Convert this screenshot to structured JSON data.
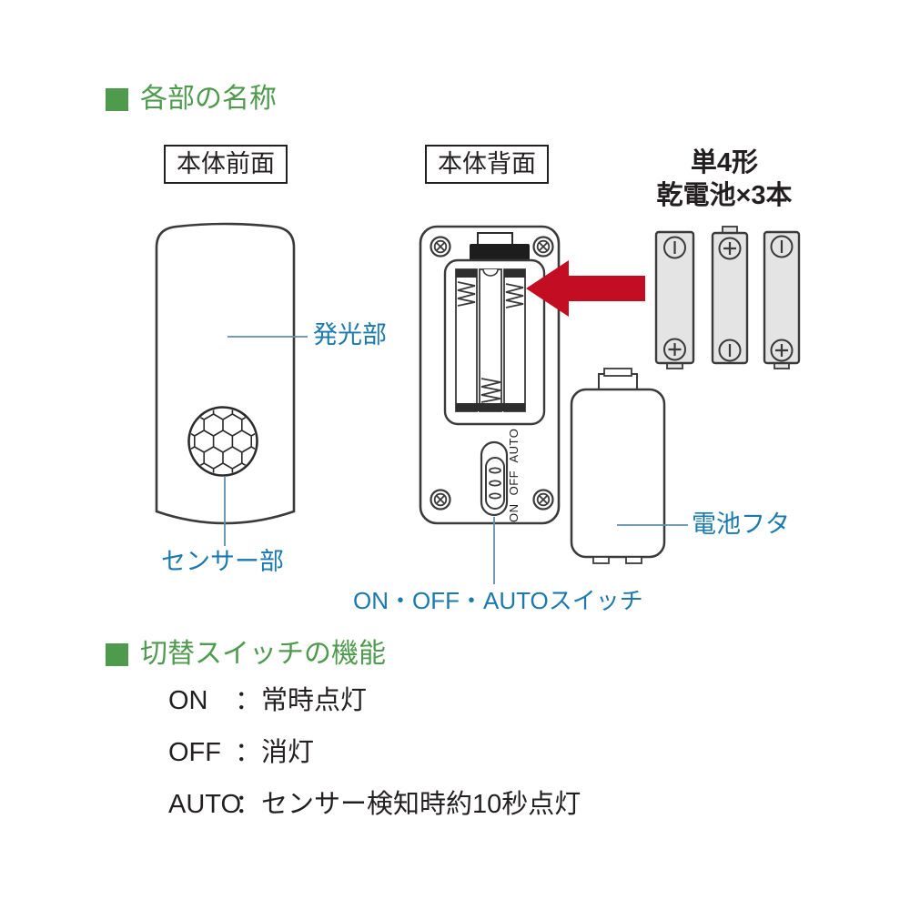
{
  "colors": {
    "accent_green": "#4e9b4e",
    "label_blue": "#1a7ab0",
    "leader_line": "#5e8fae",
    "line_art": "#3a3a3a",
    "arrow_red": "#c30d23",
    "battery_fill": "#e4e4e5",
    "text": "#231f20"
  },
  "section_names": {
    "title": "各部の名称"
  },
  "front_view": {
    "box_label": "本体前面",
    "light_label": "発光部",
    "sensor_label": "センサー部"
  },
  "back_view": {
    "box_label": "本体背面",
    "switch_engraving": "ON OFF AUTO",
    "switch_label": "ON・OFF・AUTOスイッチ"
  },
  "battery": {
    "caption_line1": "単4形",
    "caption_line2": "乾電池×3本",
    "cover_label": "電池フタ",
    "cells": [
      {
        "top_terminal": "minus",
        "bottom_terminal": "plus"
      },
      {
        "top_terminal": "plus",
        "bottom_terminal": "minus"
      },
      {
        "top_terminal": "minus",
        "bottom_terminal": "plus"
      }
    ]
  },
  "section_switch": {
    "title": "切替スイッチの機能",
    "rows": [
      {
        "label": "ON",
        "desc": "：常時点灯"
      },
      {
        "label": "OFF",
        "desc": "：消灯"
      },
      {
        "label": "AUTO",
        "desc": "：センサー検知時約10秒点灯"
      }
    ]
  }
}
